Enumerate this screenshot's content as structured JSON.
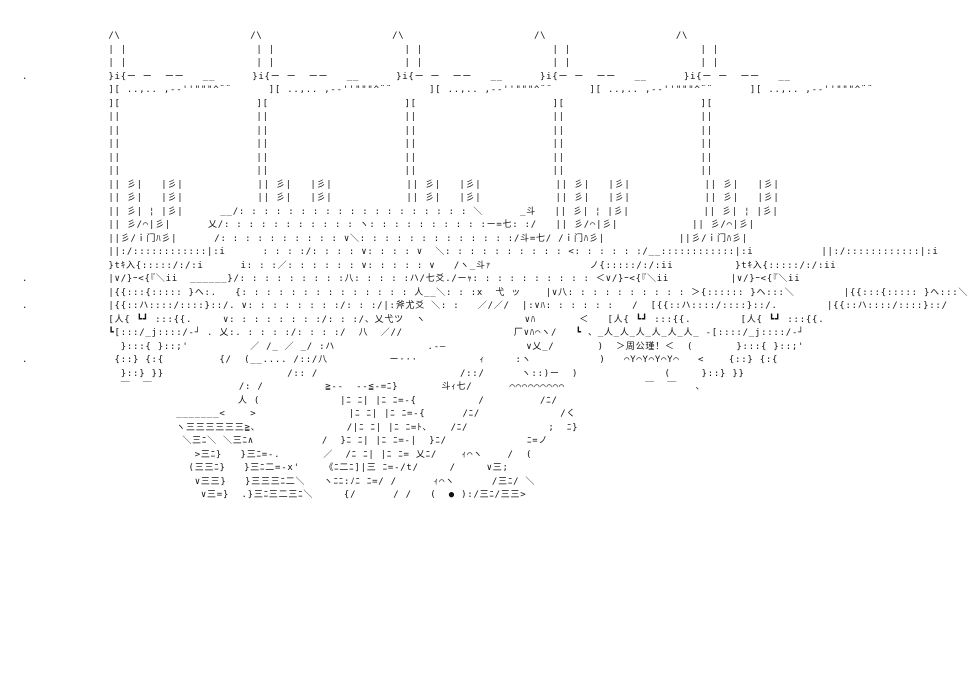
{
  "art": {
    "caption": "＞周公瑾！＜",
    "lines": [
      "              /\\                     /\\                     /\\                     /\\                     /\\",
      "              | |                     | |                     | |                     | |                     | |",
      "              | |                     | |                     | |                     | |                     | |",
      ".             }i{ー ー  ーー   __      }i{ー ー  ーー   __      }i{ー ー  ーー   __      }i{ー ー  ーー   __      }i{ー ー  ーー   __",
      "              ][ ..,.. ,-‐''\"\"\"^¨¨      ][ ..,.. ,-‐''\"\"\"^¨¨      ][ ..,.. ,-‐''\"\"\"^¨¨      ][ ..,.. ,-‐''\"\"\"^¨¨      ][ ..,.. ,-‐''\"\"\"^¨¨",
      "              ][                      ][                      ][                      ][                      ][",
      "              ||                      ||                      ||                      ||                      ||",
      "              ||                      ||                      ||                      ||                      ||",
      "              ||                      ||                      ||                      ||                      ||",
      "              ||                      ||                      ||                      ||                      ||",
      "              ||                      ||                      ||                      ||                      ||",
      "              || 彡|   |彡|            || 彡|   |彡|            || 彡|   |彡|            || 彡|   |彡|            || 彡|   |彡|",
      "              || 彡|   |彡|            || 彡|   |彡|            || 彡|   |彡|            || 彡|   |彡|            || 彡|   |彡|",
      "              || 彡| ¦ |彡|      __/: : : : : : : : : : : : : : : : : : : ＼      _斗   || 彡| ¦ |彡|            || 彡| ¦ |彡|",
      "              || 彡/⌒|彡|      乂/: : : : : : : : : : : ヽ: : : : : : : : : :ー=七: :/   || 彡/⌒|彡|            || 彡/⌒|彡|",
      "              ||彡/ｉ门ﾊ彡|      /: : : : : : : : : : ∨＼: : : : : : : : : : : : :/斗=七/ /ｉ门ﾊ彡|            ||彡/ｉ门ﾊ彡|",
      "              ||:/::::::::::::|:i      : : : :/: : : : ∨: : : : ∨  ＼: : : : : : : : : : <: : : : : :/__::::::::::::|:i           ||:/::::::::::::|:i",
      "              }tｷ入{:::::/:/:i      i: : :／: : : : : : ∨: : : : : ∨   /ヽ_斗ｧ                ノ{:::::/:/:ii          }tｷ入{:::::/:/:ii",
      ".             |∨/}ｰ<{『＼ii  ______}/: : : : : : : : :八: : : : :ハ/七爻./ーｬ: : : : : : : : : : ＜∨/}ｰ<{『＼ii          |∨/}ｰ<{『＼ii",
      "              |{{:::{::::: }ヘ:.   {: : : : : : : : : : : : : : 人__＼: : :x  弋 ッ    |∨八: : : : : : : : : : ＞{:::::: }ヘ:::＼        |{{:::{::::: }ヘ:::＼",
      ".             |{{::ハ::::/::::}::/. ∨: : : : : : : :/: : :/|:斧尤爻 ＼: :   ／/／/  |:∨ﾊ: : : : : :   /  [{{::ハ::::/::::}::/.        |{{::ハ::::/::::}::/",
      "              [人{ ┗┛ :::{{.     ∨: : : : : : : :/: : :/、乂弋ツ  ヽ                ∨ﾊ       ＜   [人{ ┗┛ :::{{.        [人{ ┗┛ :::{{.",
      "              ┗[:::/_j::::/‐┘ . 乂:. : : : :/: : : :/  八  ／//                  厂∨ﾊ⌒ヽ/   ┗ 、_人_人_人_人_人_人_ ‐[::::/_j::::/‐┘",
      "                }:::{ }::;'          ／ /_ ／ _/ :ハ               .-—             ∨乂_/       )  ＞周公瑾！＜  (       }:::{ }::;'",
      ".              {::} {:{         {/  (__.... /::/八          ー···          ｨ     :ヽ           )   ⌒Y⌒Y⌒Y⌒Y⌒   <    {::} {:{",
      "                }::} }}                    /:: /                       /::/      ヽ::)ー  )              (     }::} }}",
      "                ￣  ￣              /: /          ≧--  --≦-=ﾆ}       斗ｨ七/      ⌒⌒⌒⌒⌒⌒⌒⌒⌒             ￣  ￣   、",
      "                                   人 (             |ﾆ ﾆ| |ﾆ ﾆ=-{          /         /ﾆ/",
      "                         _______<    >               |ﾆ ﾆ| |ﾆ ﾆ=-{      /ﾆ/             /く",
      "                         ヽ三三三三三三≧、              /|ﾆ ﾆ| |ﾆ ﾆ=ﾄ、   /ﾆ/             ;  ﾆ}",
      "                          ＼三ﾆ＼ ＼三ﾆ∧           /  }ﾆ ﾆ| |ﾆ ﾆ=-|  }ﾆ/             ﾆ=ノ",
      "                            >三ﾆ}   }三ﾆ=-.       ／  /ﾆ ﾆ| |ﾆ ﾆ= 乂ﾆ/    ｨ⌒ヽ    /  (",
      "                           (三三ﾆ}   }三ﾆ二=-x'    《ﾆ二ﾆ]|三 ﾆ=-/t/     /     ∨三;",
      "                            ∨三三}   }三三三ﾆ二＼   ヽﾆﾆ:ﾉﾆ ﾆ=/ /      ｨ⌒ヽ      /三ﾆ/ ＼",
      "                             ∨三=}  .}三ﾆ三二三ﾆ＼     {/      / /   (  ● ):/三ﾆ/三三>"
    ]
  }
}
